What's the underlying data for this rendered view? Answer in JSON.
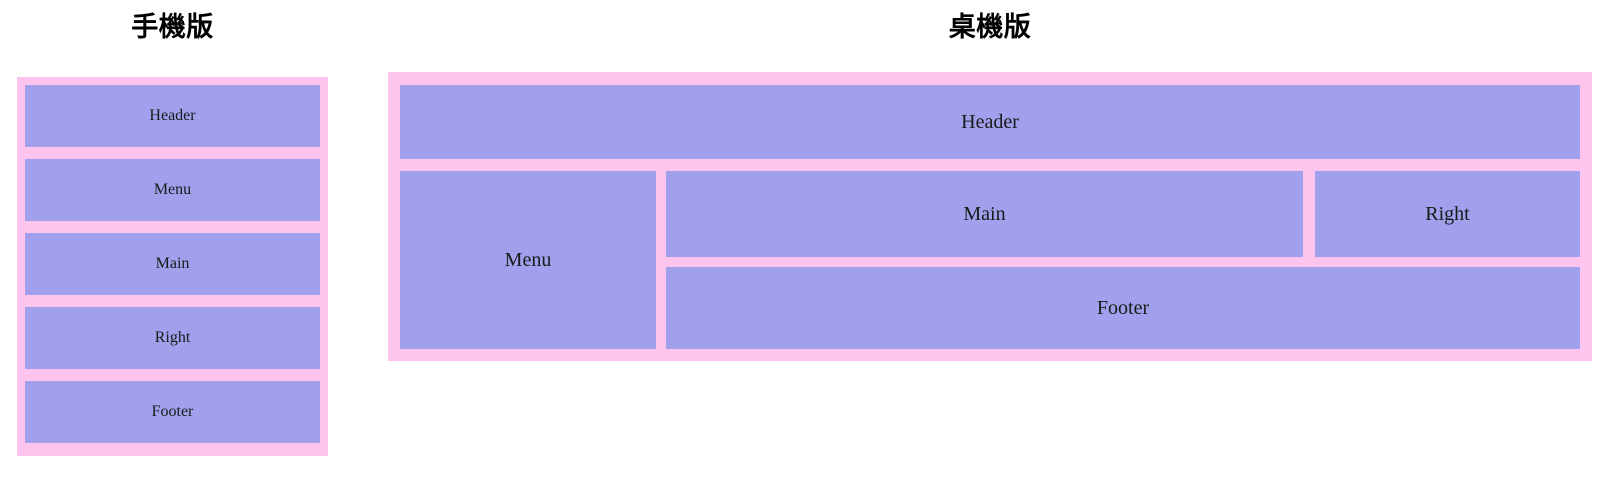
{
  "page": {
    "background_color": "#ffffff",
    "block_color": "#a0a0ec",
    "frame_color": "#ffc4ee",
    "text_color": "#1a1a1a"
  },
  "mobile": {
    "title": "手機版",
    "blocks": [
      {
        "label": "Header"
      },
      {
        "label": "Menu"
      },
      {
        "label": "Main"
      },
      {
        "label": "Right"
      },
      {
        "label": "Footer"
      }
    ]
  },
  "desktop": {
    "title": "桌機版",
    "blocks": [
      {
        "label": "Header"
      },
      {
        "label": "Menu"
      },
      {
        "label": "Main"
      },
      {
        "label": "Right"
      },
      {
        "label": "Footer"
      }
    ]
  }
}
